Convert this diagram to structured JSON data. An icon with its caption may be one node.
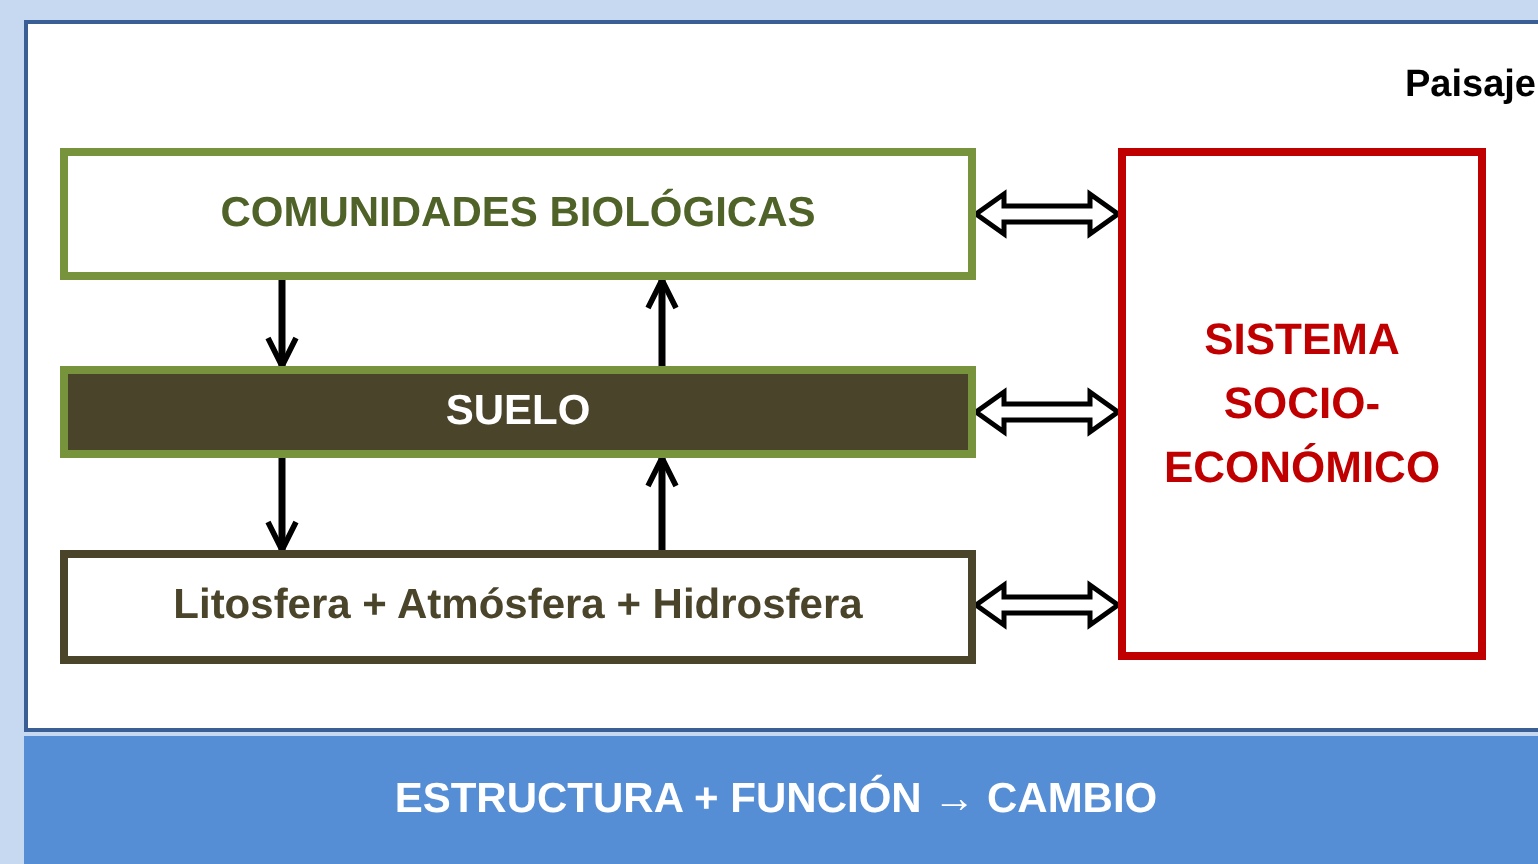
{
  "diagram": {
    "nodes": [
      {
        "text": [
          "Paisaje"
        ]
      },
      {
        "text": [
          "COMUNIDADES BIOLÓGICAS"
        ],
        "in": 0
      },
      {
        "text": [
          "SUELO"
        ],
        "in": 0
      },
      {
        "text": [
          "Litosfera + Atmósfera + Hidrosfera"
        ],
        "in": 0
      },
      {
        "text": [
          "SISTEMA SOCIO- ECONÓMICO"
        ],
        "in": 0
      },
      {
        "text": [
          "ESTRUCTURA + FUNCIÓN → CAMBIO"
        ]
      }
    ],
    "edges": [
      {
        "from": 1,
        "to": 2,
        "arrow": "to"
      },
      {
        "from": 2,
        "to": 1,
        "arrow": "to"
      },
      {
        "from": 2,
        "to": 3,
        "arrow": "to"
      },
      {
        "from": 3,
        "to": 2,
        "arrow": "to"
      },
      {
        "from": 1,
        "to": 4,
        "arrow": "both",
        "style": "thick"
      },
      {
        "from": 2,
        "to": 4,
        "arrow": "both",
        "style": "thick"
      },
      {
        "from": 3,
        "to": 4,
        "arrow": "both",
        "style": "thick"
      }
    ]
  }
}
